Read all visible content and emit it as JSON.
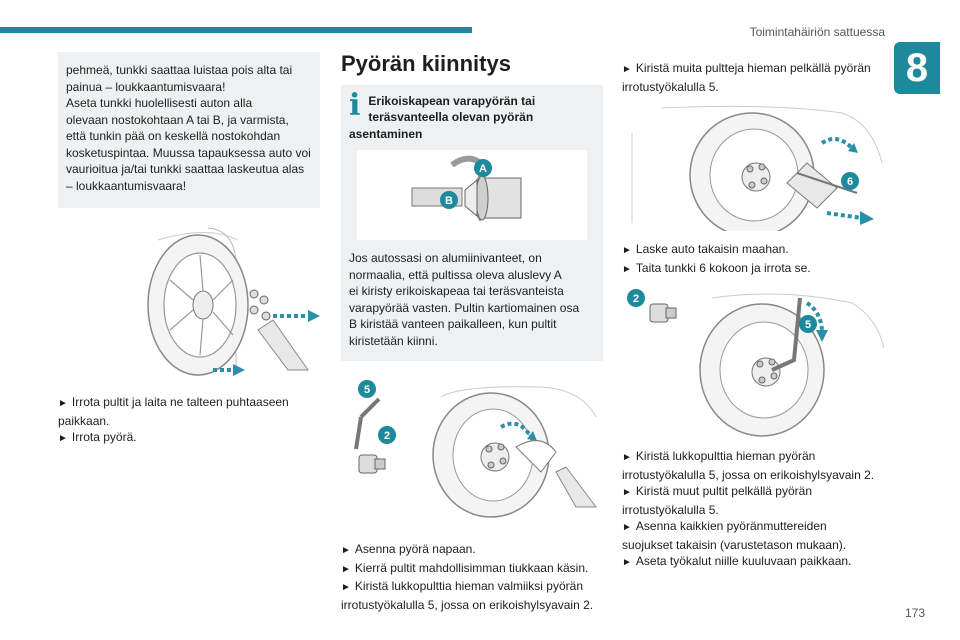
{
  "header": {
    "title": "Toimintahäiriön sattuessa",
    "chapter": "8",
    "page_number": "173"
  },
  "col1": {
    "warning_lines": [
      "pehmeä, tunkki saattaa luistaa pois alta tai",
      "painua – loukkaantumisvaara!",
      "Aseta tunkki huolellisesti auton alla",
      "olevaan nostokohtaan A tai B, ja varmista,",
      "että tunkin pää on keskellä nostokohdan",
      "kosketuspintaa. Muussa tapauksessa auto voi",
      "vaurioitua ja/tai tunkki saattaa laskeutua alas",
      "– loukkaantumisvaara!"
    ],
    "steps": [
      "Irrota pultit ja laita ne talteen puhtaaseen",
      "paikkaan.",
      "Irrota pyörä."
    ]
  },
  "col2": {
    "section_title": "Pyörän kiinnitys",
    "info_title_line1": "Erikoiskapean varapyörän tai",
    "info_title_line2": "teräsvanteella olevan pyörän",
    "info_title_line3": "asentaminen",
    "labels": {
      "a": "A",
      "b": "B"
    },
    "info_lines": [
      "Jos autossasi on alumiinivanteet, on",
      "normaalia, että pultissa oleva aluslevy A",
      "ei kiristy erikoiskapeaa tai teräsvanteista",
      "varapyörää vasten. Pultin kartiomainen osa",
      "B kiristää vanteen paikalleen, kun pultit",
      "kiristetään kiinni."
    ],
    "fig_badges": [
      "5",
      "2"
    ],
    "steps": [
      "Asenna pyörä napaan.",
      "Kierrä pultit mahdollisimman tiukkaan käsin.",
      "Kiristä lukkopulttia hieman valmiiksi pyörän",
      "irrotustyökalulla 5, jossa on erikoishylsyavain 2."
    ]
  },
  "col3": {
    "steps_top": [
      "Kiristä muita pultteja hieman pelkällä pyörän",
      "irrotustyökalulla 5."
    ],
    "fig1_badge": "6",
    "steps_mid": [
      "Laske auto takaisin maahan.",
      "Taita tunkki 6 kokoon ja irrota se."
    ],
    "fig2_badges": [
      "2",
      "5"
    ],
    "steps_bottom": [
      "Kiristä lukkopulttia hieman pyörän",
      "irrotustyökalulla 5, jossa on erikoishylsyavain 2.",
      "Kiristä muut pultit pelkällä pyörän",
      "irrotustyökalulla 5.",
      "Asenna kaikkien pyöränmuttereiden",
      "suojukset takaisin (varustetason mukaan).",
      "Aseta työkalut niille kuuluvaan paikkaan."
    ]
  },
  "colors": {
    "accent": "#1c8a9c",
    "panel": "#eef0f1",
    "arrow": "#2a8fa8"
  }
}
